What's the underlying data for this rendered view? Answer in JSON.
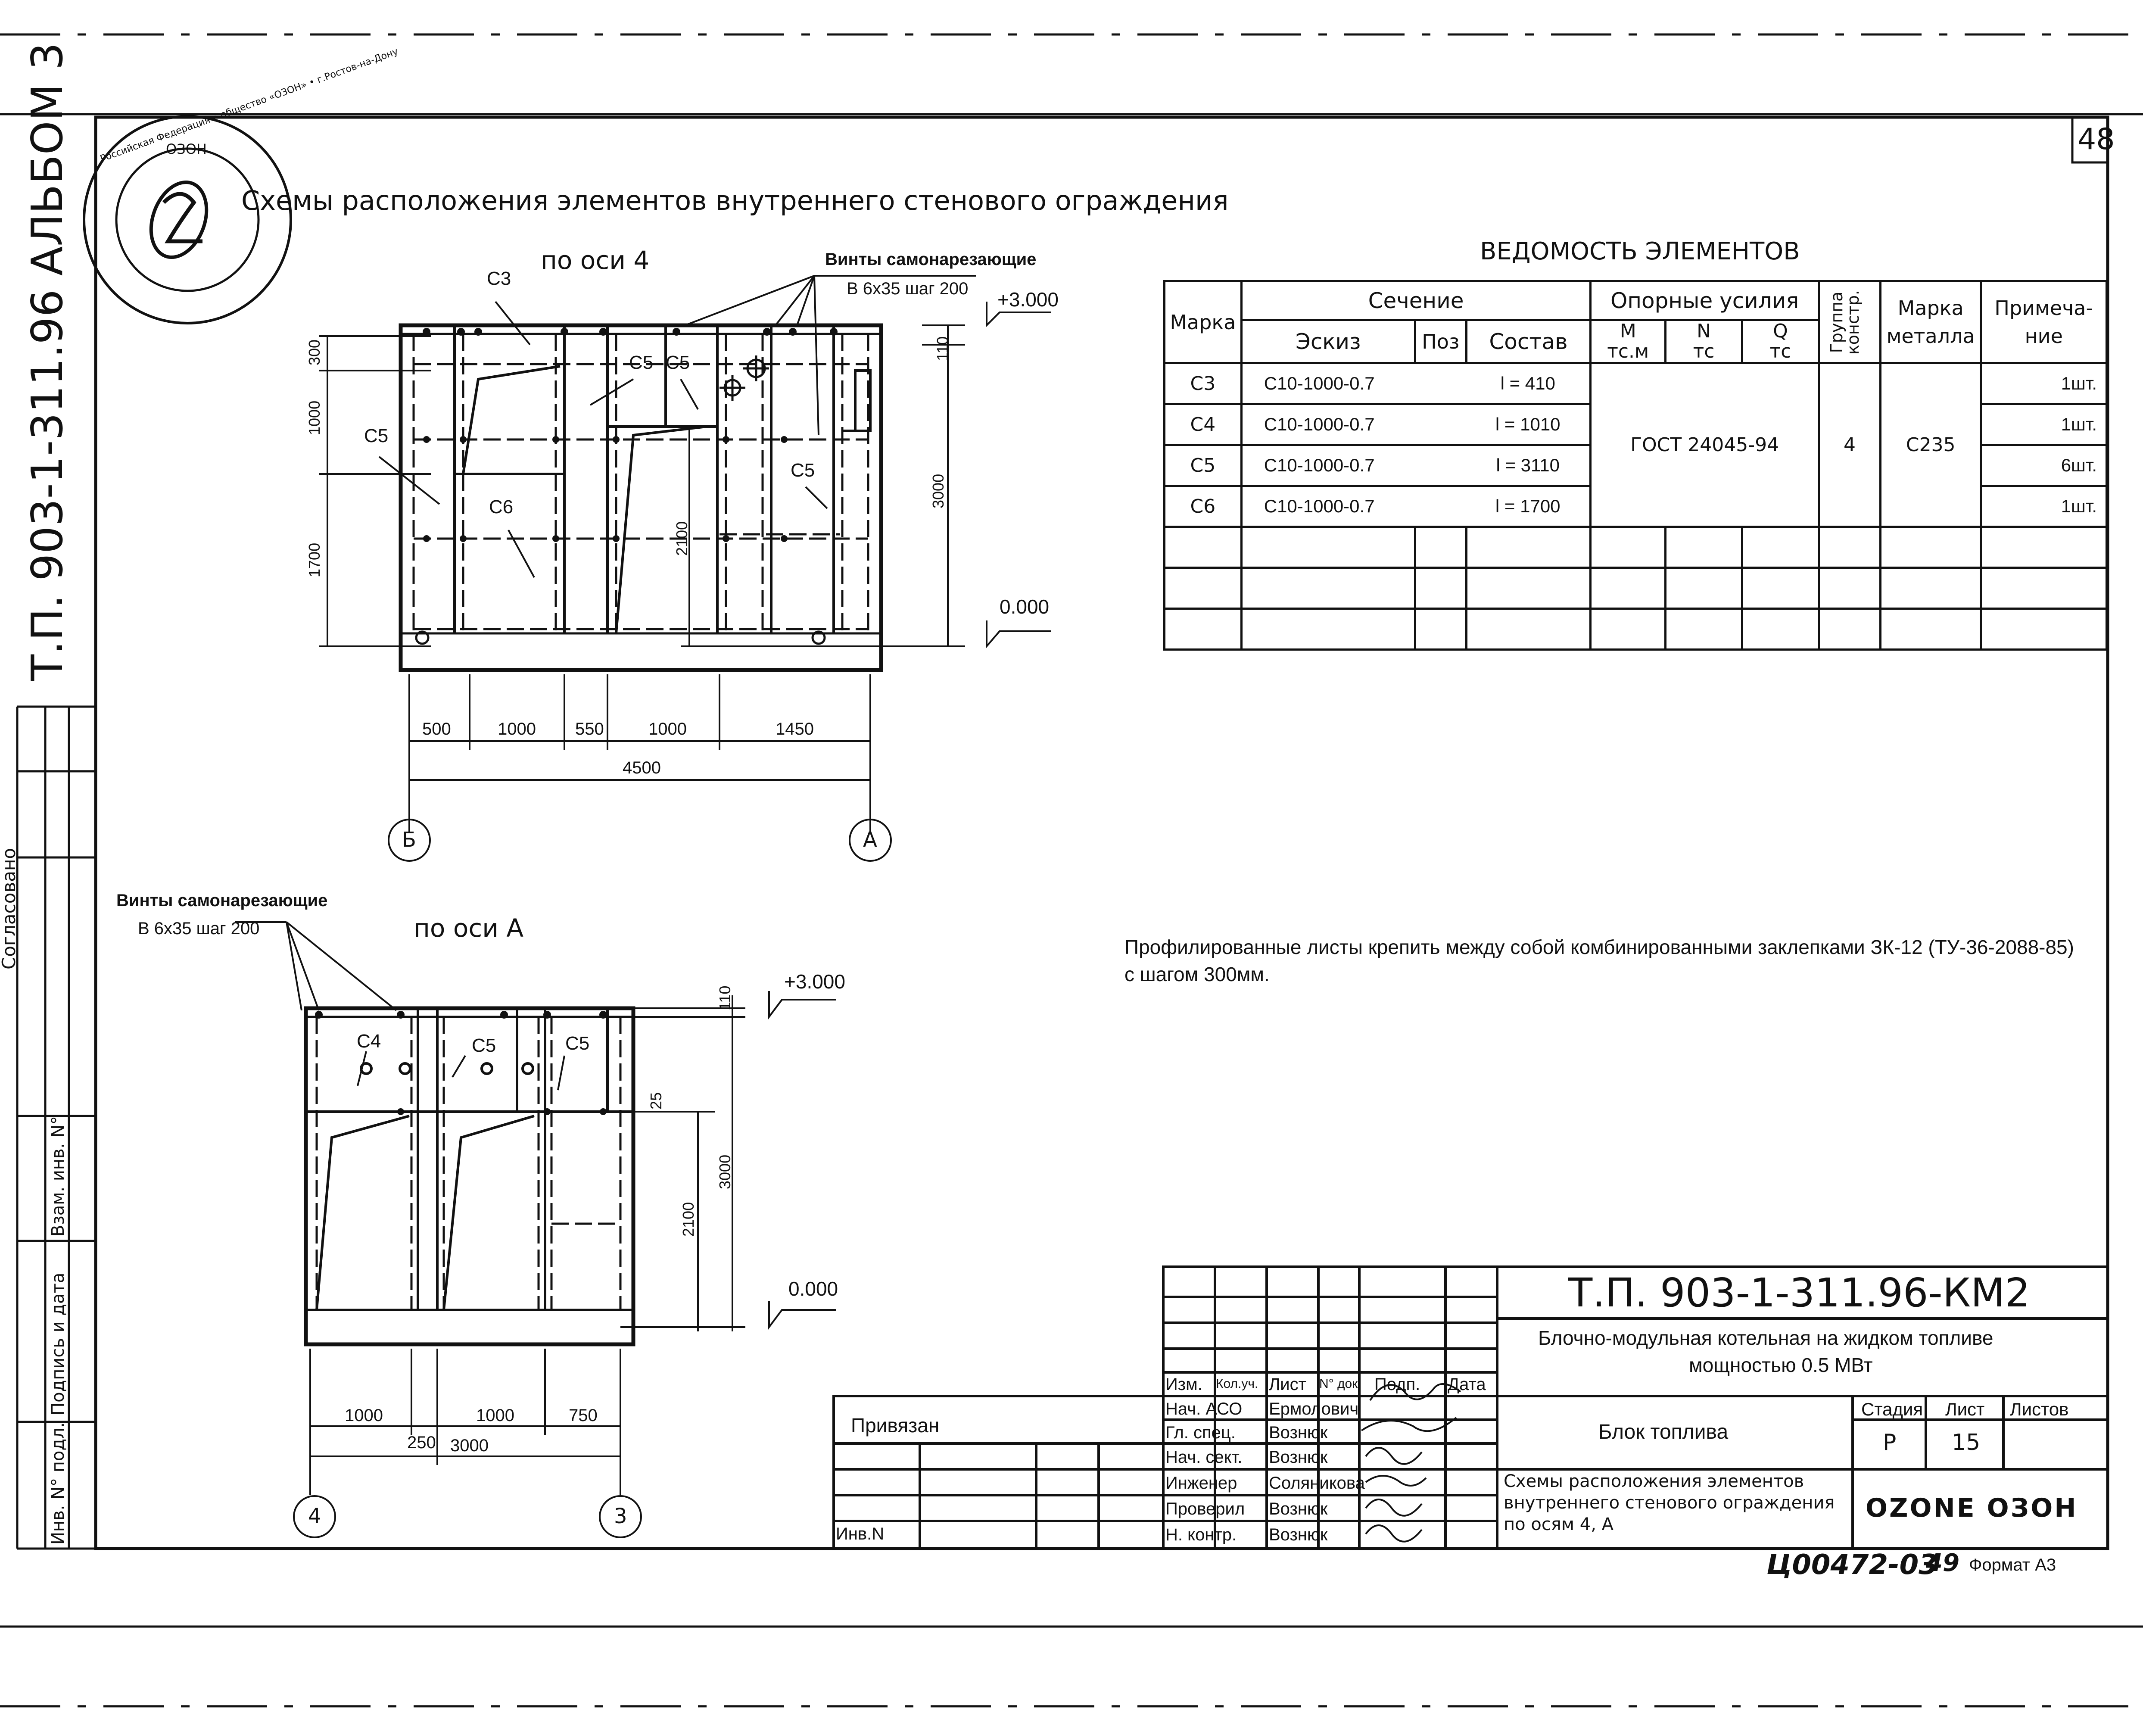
{
  "page_number": "48",
  "album_label": "Т.П. 903-1-311.96   АЛЬБОМ 3",
  "stamp": {
    "text_outer": "Российская Федерация • общество «ОЗОН» • г.Ростов-на-Дону",
    "text_inner": "ОЗОН"
  },
  "main_title": "Схемы расположения элементов внутреннего стенового ограждения",
  "drawing1": {
    "subtitle": "по оси 4",
    "screws_label_1": "Винты самонарезающие",
    "screws_label_2": "В 6x35 шаг 200",
    "level_top": "+3.000",
    "level_bottom": "0.000",
    "marks": [
      "С3",
      "С5",
      "С5",
      "С5",
      "С5",
      "С6"
    ],
    "dims_left": [
      "300",
      "1000",
      "1700"
    ],
    "dims_right": [
      "110",
      "3000",
      "2100"
    ],
    "dims_bottom": [
      "500",
      "1000",
      "550",
      "1000",
      "1450"
    ],
    "dim_total": "4500",
    "axis_left": "Б",
    "axis_right": "А"
  },
  "drawing2": {
    "subtitle": "по оси А",
    "screws_label_1": "Винты самонарезающие",
    "screws_label_2": "В 6x35 шаг 200",
    "level_top": "+3.000",
    "level_bottom": "0.000",
    "marks": [
      "С4",
      "С5",
      "С5"
    ],
    "dims_right": [
      "110",
      "25",
      "3000",
      "2100"
    ],
    "dims_bottom": [
      "1000",
      "1000",
      "750"
    ],
    "dim_250": "250",
    "dim_total": "3000",
    "axis_left": "4",
    "axis_right": "3"
  },
  "schedule": {
    "title": "ВЕДОМОСТЬ ЭЛЕМЕНТОВ",
    "h_mark": "Марка",
    "h_section": "Сечение",
    "h_sketch": "Эскиз",
    "h_pos": "Поз",
    "h_composition": "Состав",
    "h_forces": "Опорные усилия",
    "h_m": "М",
    "h_m_unit": "тс.м",
    "h_n": "N",
    "h_n_unit": "тс",
    "h_q": "Q",
    "h_q_unit": "тс",
    "h_group": "Группа констр.",
    "h_metal_1": "Марка",
    "h_metal_2": "металла",
    "h_note_1": "Примеча-",
    "h_note_2": "ние",
    "rows": [
      {
        "mark": "С3",
        "sketch": "С10-1000-0.7",
        "comp": "l = 410",
        "note": "1шт."
      },
      {
        "mark": "С4",
        "sketch": "С10-1000-0.7",
        "comp": "l = 1010",
        "note": "1шт."
      },
      {
        "mark": "С5",
        "sketch": "С10-1000-0.7",
        "comp": "l = 3110",
        "note": "6шт."
      },
      {
        "mark": "С6",
        "sketch": "С10-1000-0.7",
        "comp": "l = 1700",
        "note": "1шт."
      }
    ],
    "forces_value": "ГОСТ 24045-94",
    "group_value": "4",
    "metal_value": "С235"
  },
  "note_line_1": "Профилированные листы крепить между собой комбинированными заклепками ЗК-12 (ТУ-36-2088-85)",
  "note_line_2": "с шагом 300мм.",
  "side_stamp": {
    "agreed": "Согласовано",
    "inv_zam": "Взам. инв. N°",
    "sign_date": "Подпись и дата",
    "inv_podl": "Инв. N° подл."
  },
  "title_block": {
    "code": "Т.П. 903-1-311.96-КМ2",
    "project_1": "Блочно-модульная котельная  на жидком топливе",
    "project_2": "мощностью 0.5 МВт",
    "h_izm": "Изм.",
    "h_kol": "Кол.уч.",
    "h_list": "Лист",
    "h_doc": "N° док.",
    "h_sign": "Подп.",
    "h_date": "Дата",
    "roles": [
      "Нач. АСО",
      "Гл. спец.",
      "Нач. сект.",
      "Инженер",
      "Проверил",
      "Н. контр."
    ],
    "names": [
      "Ермолович",
      "Вознюк",
      "Вознюк",
      "Соляникова",
      "Вознюк",
      "Вознюк"
    ],
    "building": "Блок топлива",
    "sheet_title_1": "Схемы расположения элементов",
    "sheet_title_2": "внутреннего стенового ограждения",
    "sheet_title_3": "по осям 4, А",
    "h_stage": "Стадия",
    "h_sheet": "Лист",
    "h_sheets": "Листов",
    "stage": "Р",
    "sheet": "15",
    "company_logo": "OZONE ОЗОН",
    "privyazan": "Привязан",
    "inv_n": "Инв.N"
  },
  "footer_code": "Ц00472-03",
  "footer_num": "49",
  "format": "Формат А3"
}
